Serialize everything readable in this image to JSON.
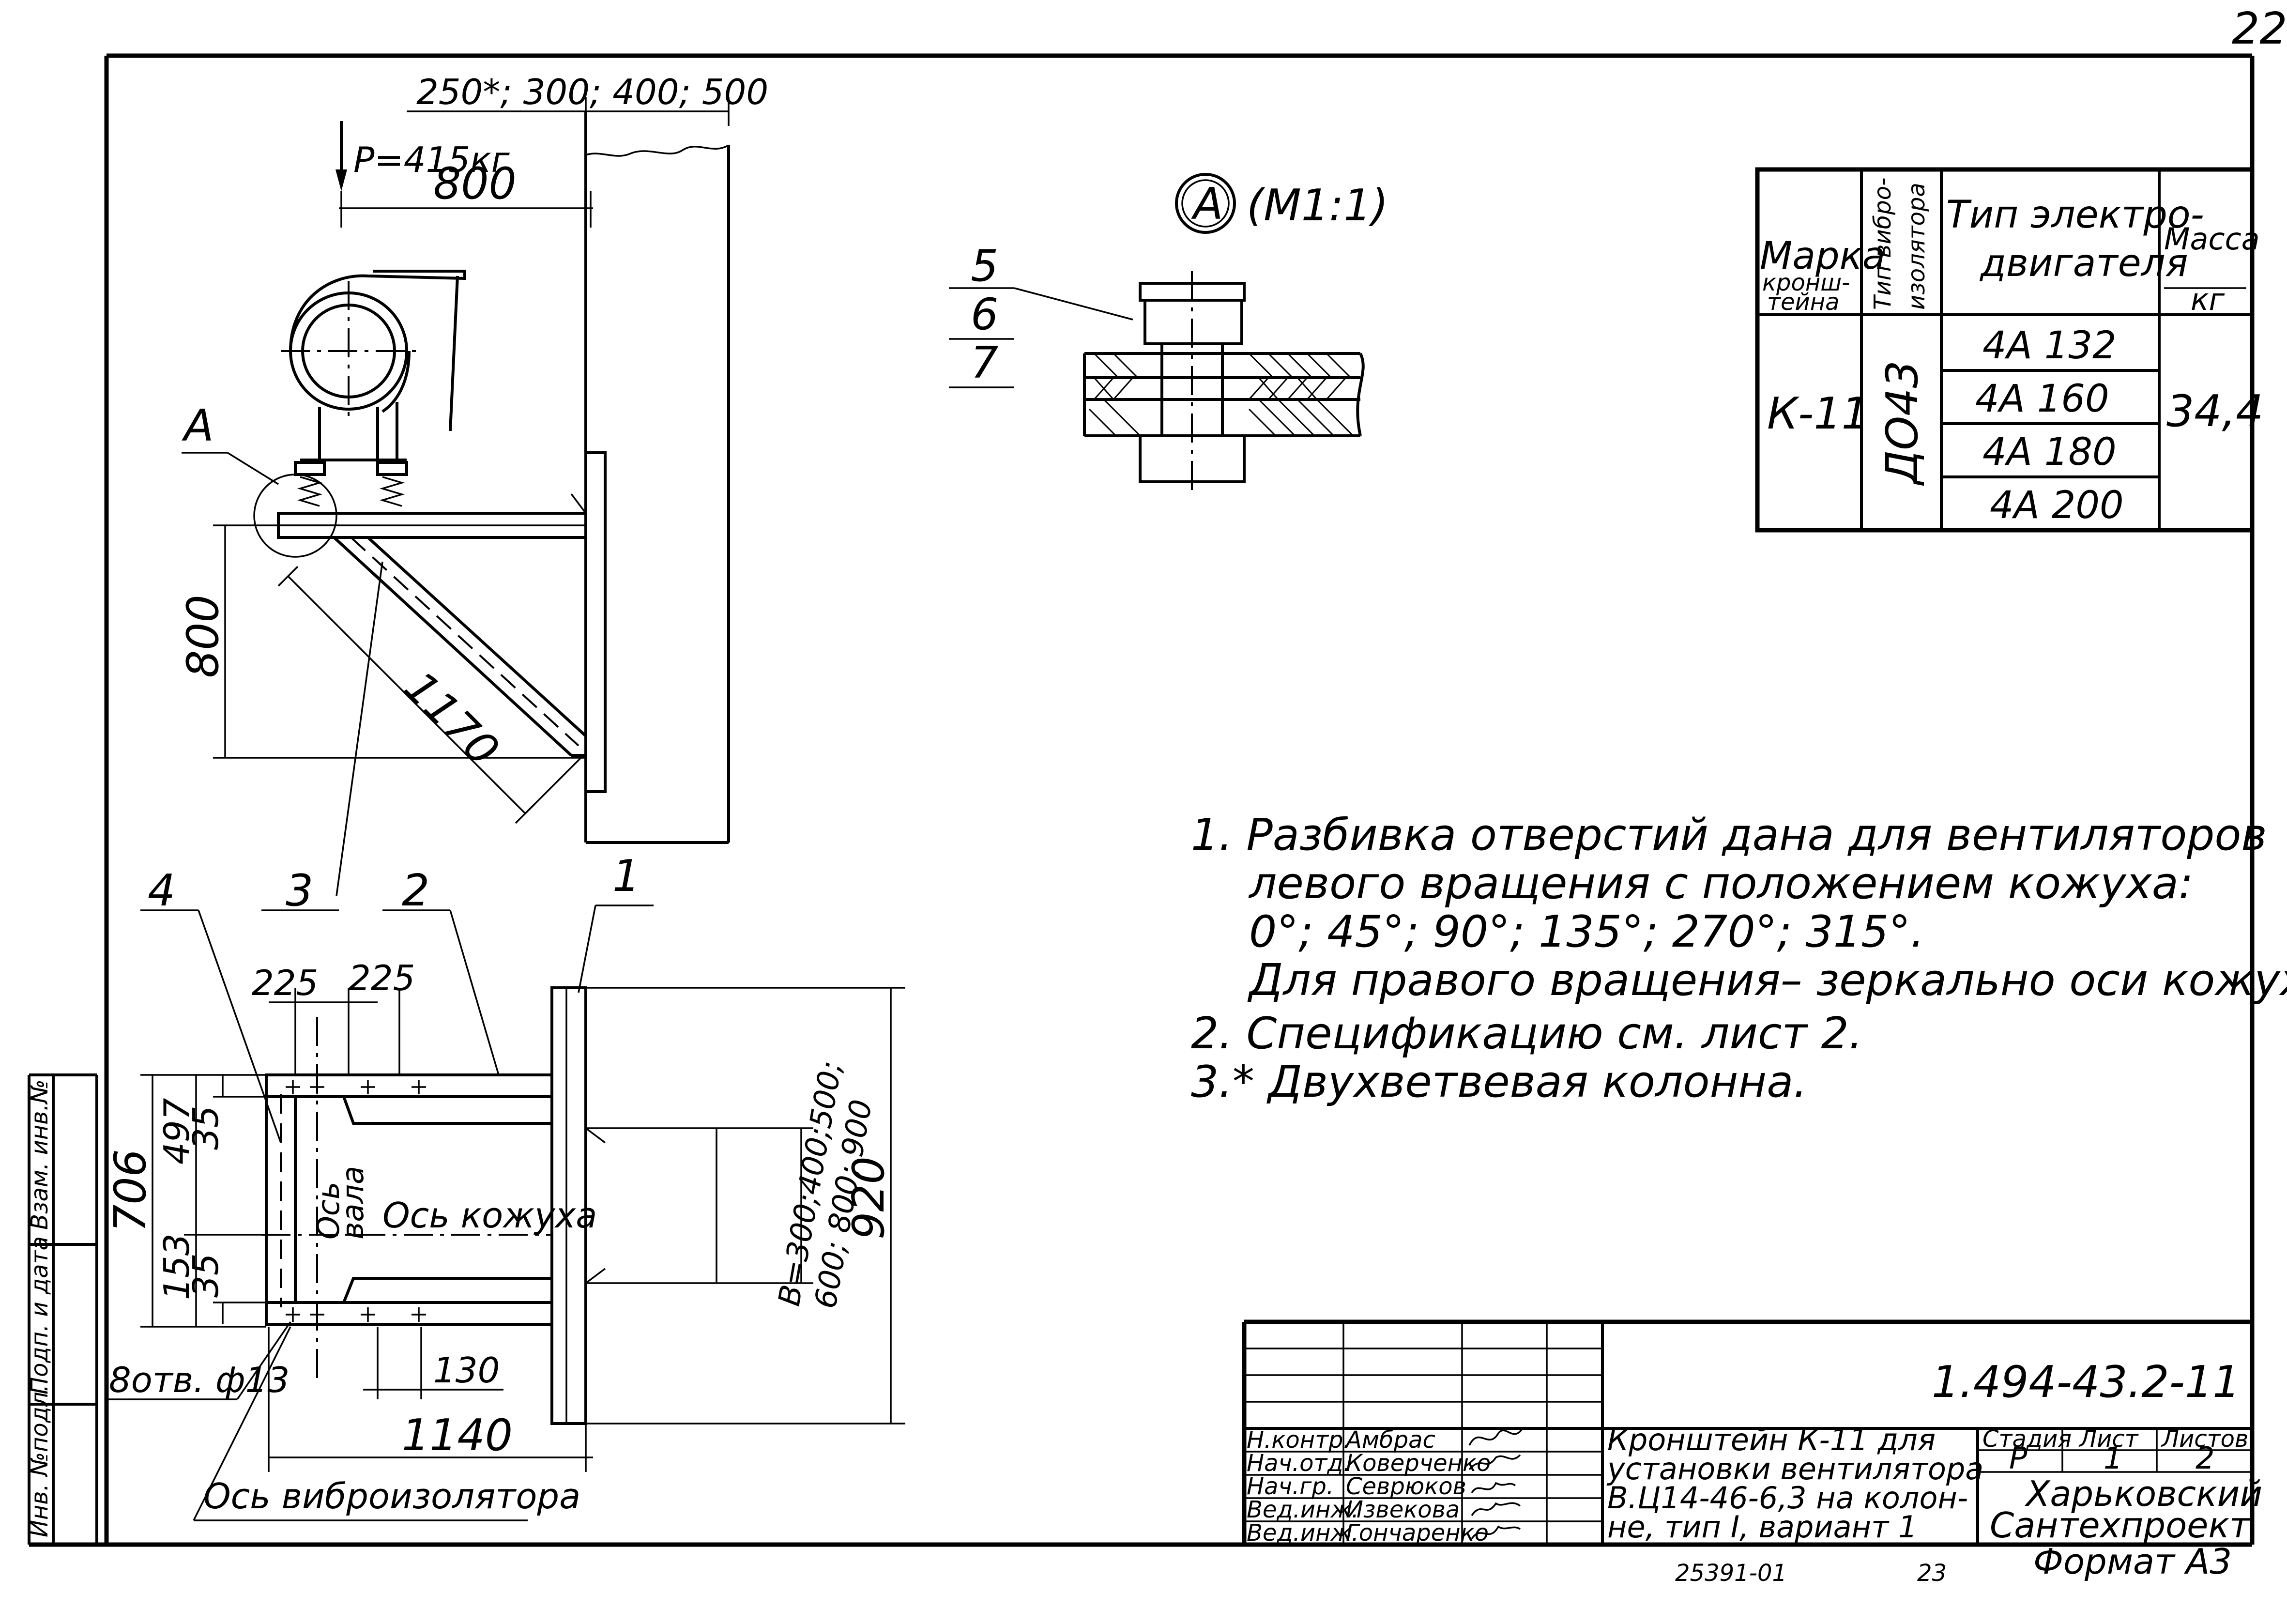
{
  "page_number": "22",
  "main_view": {
    "column_dims": "250*; 300; 400; 500",
    "load": "P=415кг",
    "dim_800_top": "800",
    "dim_800_vertical": "800",
    "dim_1170": "1170",
    "callout_a": "A"
  },
  "detail_a": {
    "label": "A",
    "scale": "(М1:1)",
    "pos_5": "5",
    "pos_6": "6",
    "pos_7": "7"
  },
  "plan_view": {
    "pos_4": "4",
    "pos_3": "3",
    "pos_2": "2",
    "pos_1": "1",
    "dim_225_a": "225",
    "dim_225_b": "225",
    "dim_706": "706",
    "dim_497": "497",
    "dim_35_top": "35",
    "dim_153": "153",
    "dim_35_bottom": "35",
    "axis_shaft_1": "Ось",
    "axis_shaft_2": "вала",
    "axis_casing": "Ось кожуха",
    "dim_b": "В=300;400;500;",
    "dim_b2": "600; 800; 900",
    "dim_920": "920",
    "holes": "8отв. ф13",
    "dim_130": "130",
    "dim_1140": "1140",
    "axis_isolator": "Ось виброизолятора"
  },
  "table": {
    "headers": {
      "mark_1": "Марка",
      "mark_2": "кронш-",
      "mark_3": "тейна",
      "iso_1": "Тип вибро-",
      "iso_2": "изолятора",
      "motor_1": "Тип электро-",
      "motor_2": "двигателя",
      "mass_1": "Масса",
      "mass_unit": "кг"
    },
    "mark": "К-11",
    "isolator": "ДО43",
    "motors": [
      "4А 132",
      "4А 160",
      "4А 180",
      "4А 200"
    ],
    "mass": "34,4"
  },
  "notes": [
    "1. Разбивка отверстий дана для вентиляторов",
    "левого вращения с положением кожуха:",
    "0°; 45°; 90°; 135°; 270°; 315°.",
    "Для правого вращения– зеркально оси кожуха.",
    "2. Спецификацию см. лист 2.",
    "3.* Двухветвевая колонна."
  ],
  "side_stamp": {
    "inv_orig": "Инв. №подл.",
    "sign_date": "Подп. и дата",
    "repl_inv": "Взам. инв.№"
  },
  "title_block": {
    "doc_code": "1.494-43.2-11",
    "roles": [
      "Н.контр.",
      "Нач.отд.",
      "Нач.гр.",
      "Вед.инж.",
      "Вед.инж."
    ],
    "names": [
      "Амбрас",
      "Коверченко",
      "Севрюков",
      "Извекова",
      "Гончаренко"
    ],
    "title_lines": [
      "Кронштейн К-11 для",
      "установки вентилятора",
      "В.Ц14-46-6,3 на колон-",
      "не, тип I, вариант 1"
    ],
    "stage_label": "Стадия",
    "sheet_label": "Лист",
    "sheets_label": "Листов",
    "stage": "Р",
    "sheet": "1",
    "sheets": "2",
    "org_1": "Харьковский",
    "org_2": "Сантехпроект"
  },
  "footer": {
    "archive": "25391-01",
    "num": "23",
    "format": "Формат А3"
  }
}
